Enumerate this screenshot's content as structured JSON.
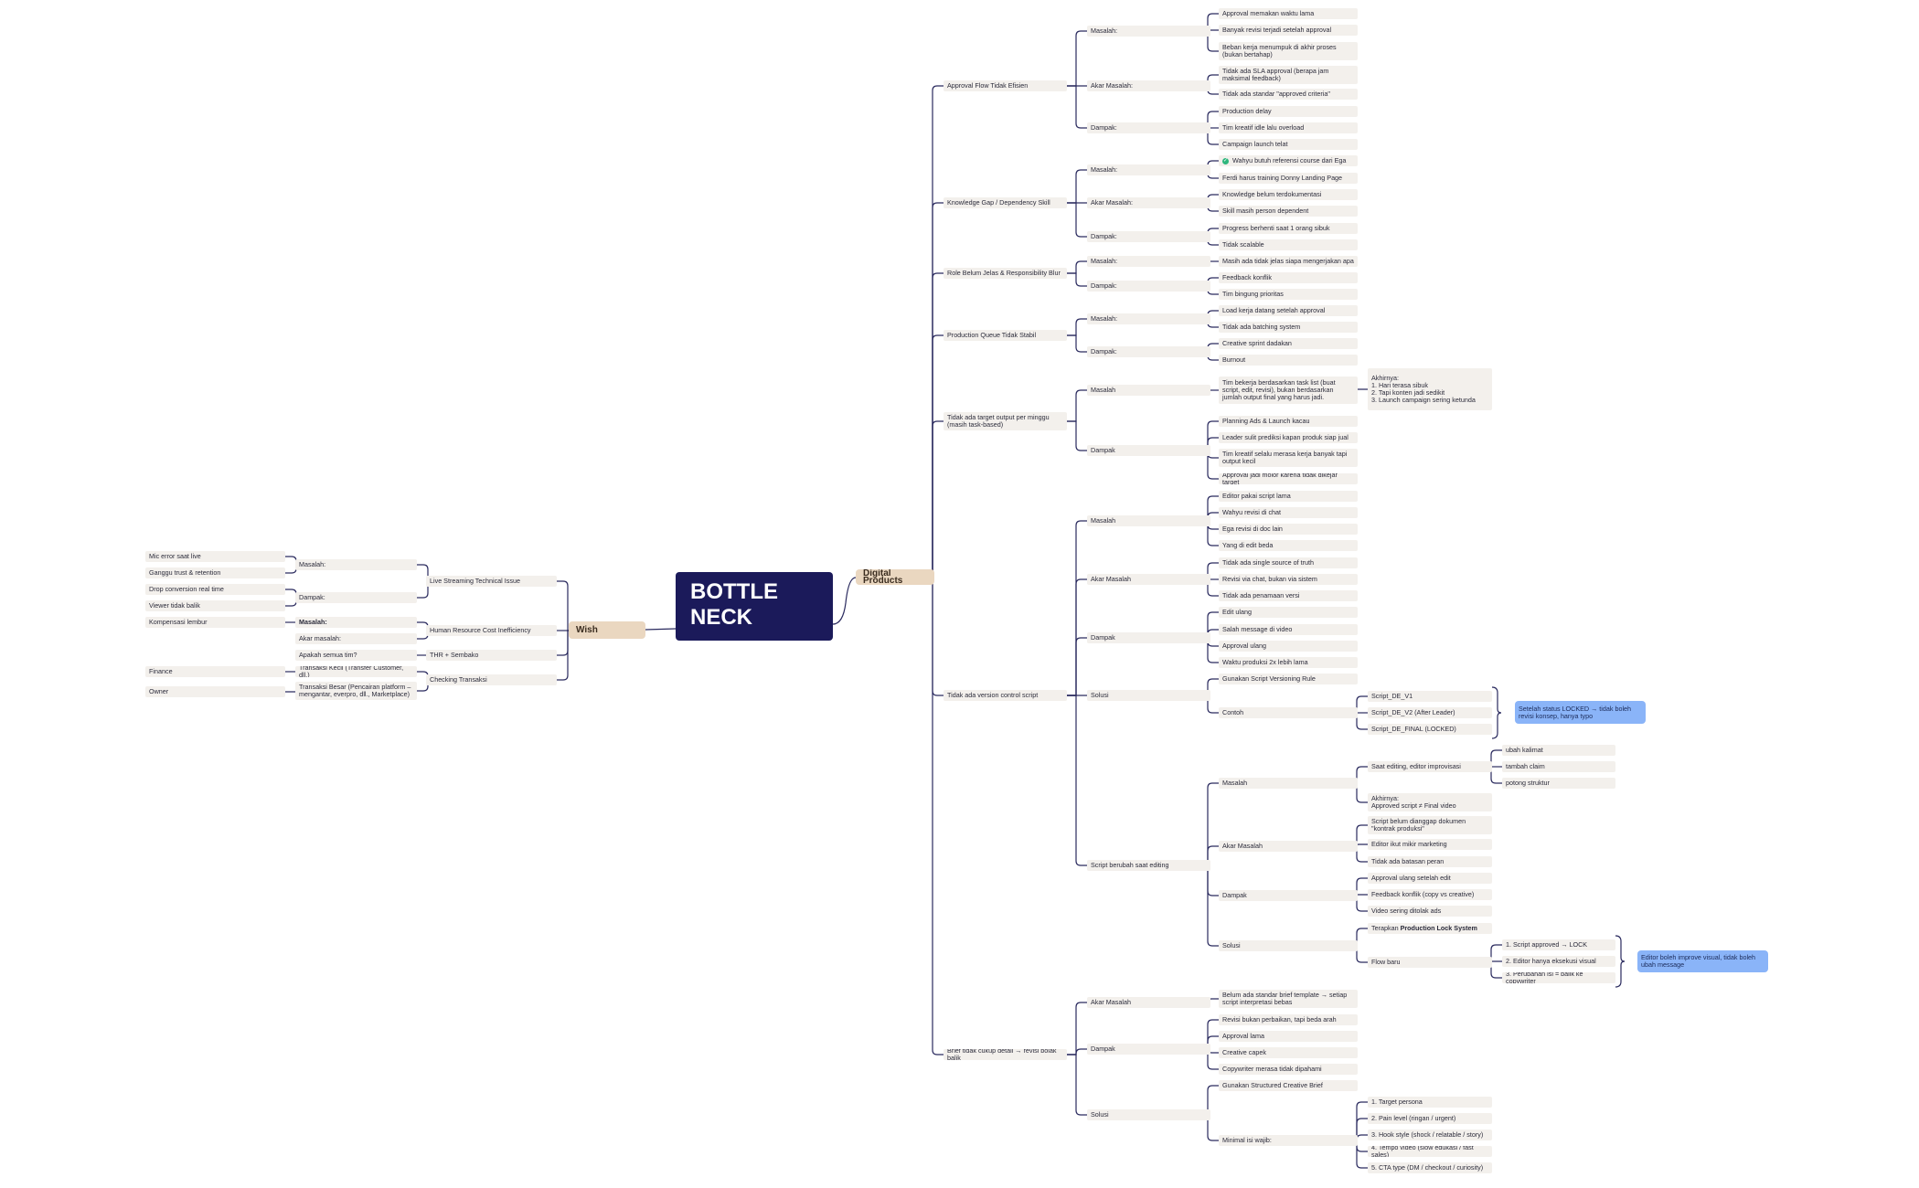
{
  "root": {
    "title": "BOTTLENECK"
  },
  "right": {
    "label": "Digital Products",
    "approval": {
      "label": "Approval Flow Tidak Efisien",
      "masalah": {
        "label": "Masalah:",
        "items": [
          "Approval memakan waktu lama",
          "Banyak revisi terjadi setelah approval",
          "Beban kerja menumpuk di akhir proses (bukan bertahap)"
        ]
      },
      "akar": {
        "label": "Akar Masalah:",
        "items": [
          "Tidak ada SLA approval (berapa jam maksimal feedback)",
          "Tidak ada standar \"approved criteria\""
        ]
      },
      "dampak": {
        "label": "Dampak:",
        "items": [
          "Production delay",
          "Tim kreatif idle lalu overload",
          "Campaign launch telat"
        ]
      }
    },
    "knowledge": {
      "label": "Knowledge Gap / Dependency Skill",
      "masalah": {
        "label": "Masalah:",
        "items": [
          "Wahyu butuh referensi course dari Ega",
          "Ferdi harus training Donny Landing Page"
        ]
      },
      "akar": {
        "label": "Akar Masalah:",
        "items": [
          "Knowledge belum terdokumentasi",
          "Skill masih person dependent"
        ]
      },
      "dampak": {
        "label": "Dampak:",
        "items": [
          "Progress berhenti saat 1 orang sibuk",
          "Tidak scalable"
        ]
      }
    },
    "role": {
      "label": "Role Belum Jelas & Responsibility Blur",
      "masalah": {
        "label": "Masalah:",
        "items": [
          "Masih ada tidak jelas siapa mengerjakan apa"
        ]
      },
      "dampak": {
        "label": "Dampak:",
        "items": [
          "Feedback konflik",
          "Tim bingung prioritas"
        ]
      }
    },
    "queue": {
      "label": "Production Queue Tidak Stabil",
      "masalah": {
        "label": "Masalah:",
        "items": [
          "Load kerja datang setelah approval",
          "Tidak ada batching system"
        ]
      },
      "dampak": {
        "label": "Dampak:",
        "items": [
          "Creative sprint dadakan",
          "Burnout"
        ]
      }
    },
    "target": {
      "label": "Tidak ada target output per minggu (masih task-based)",
      "masalah": {
        "label": "Masalah",
        "items": [
          "Tim bekerja berdasarkan task list (buat script, edit, revisi), bukan berdasarkan jumlah output final yang harus jadi."
        ],
        "akhirnya": "Akhirnya:\n1. Hari terasa sibuk\n2. Tapi konten jadi sedikit\n3. Launch campaign sering ketunda"
      },
      "dampak": {
        "label": "Dampak",
        "items": [
          "Planning Ads & Launch kacau",
          "Leader sulit prediksi kapan produk siap jual",
          "Tim kreatif selalu merasa kerja banyak tapi output kecil",
          "Approval jadi molor karena tidak dikejar target"
        ]
      }
    },
    "version": {
      "label": "Tidak ada version control script",
      "masalah": {
        "label": "Masalah",
        "items": [
          "Editor pakai script lama",
          "Wahyu revisi di chat",
          "Ega revisi di doc lain",
          "Yang di edit beda"
        ]
      },
      "akar": {
        "label": "Akar Masalah",
        "items": [
          "Tidak ada single source of truth",
          "Revisi via chat, bukan via sistem",
          "Tidak ada penamaan versi"
        ]
      },
      "dampak": {
        "label": "Dampak",
        "items": [
          "Edit ulang",
          "Salah message di video",
          "Approval ulang",
          "Waktu produksi 2x lebih lama"
        ]
      },
      "solusi": {
        "label": "Solusi",
        "rule": "Gunakan Script Versioning Rule",
        "contoh": "Contoh",
        "versions": [
          "Script_DE_V1",
          "Script_DE_V2 (After Leader)",
          "Script_DE_FINAL (LOCKED)"
        ],
        "note": "Setelah status LOCKED → tidak boleh revisi konsep, hanya typo"
      }
    },
    "scriptEdit": {
      "label": "Script berubah saat editing",
      "masalah": {
        "label": "Masalah",
        "saat": "Saat editing, editor improvisasi",
        "improv": [
          "ubah kalimat",
          "tambah claim",
          "potong struktur"
        ],
        "akhirnya": "Akhirnya:\nApproved script ≠ Final video"
      },
      "akar": {
        "label": "Akar Masalah",
        "items": [
          "Script belum dianggap dokumen \"kontrak produksi\"",
          "Editor ikut mikir marketing",
          "Tidak ada batasan peran"
        ]
      },
      "dampak": {
        "label": "Dampak",
        "items": [
          "Approval ulang setelah edit",
          "Feedback konflik (copy vs creative)",
          "Video sering ditolak ads"
        ]
      },
      "solusi": {
        "label": "Solusi",
        "terapkan_prefix": "Terapkan ",
        "terapkan_bold": "Production Lock System",
        "flow": "Flow baru",
        "steps": [
          "1.  Script approved → LOCK",
          "2.  Editor hanya eksekusi visual",
          "3.  Perubahan isi = balik ke copywriter"
        ],
        "note": "Editor boleh improve visual, tidak boleh ubah message"
      }
    },
    "brief": {
      "label": "Brief tidak cukup detail → revisi bolak balik",
      "akar": {
        "label": "Akar Masalah",
        "items": [
          "Belum ada standar brief template → setiap script interpretasi bebas"
        ]
      },
      "dampak": {
        "label": "Dampak",
        "items": [
          "Revisi bukan perbaikan, tapi beda arah",
          "Approval lama",
          "Creative capek",
          "Copywriter merasa tidak dipahami"
        ]
      },
      "solusi": {
        "label": "Solusi",
        "rule": "Gunakan Structured Creative Brief",
        "minimal": "Minimal isi wajib:",
        "items": [
          "1.  Target persona",
          "2.  Pain level (ringan / urgent)",
          "3.  Hook style (shock / relatable / story)",
          "4.  Tempo video (slow edukasi / fast sales)",
          "5.  CTA type (DM / checkout / curiosity)"
        ]
      }
    }
  },
  "left": {
    "label": "Wish",
    "live": {
      "label": "Live Streaming Technical Issue",
      "masalah": {
        "label": "Masalah:",
        "items": [
          "Mic error saat live",
          "Ganggu trust & retention"
        ]
      },
      "dampak": {
        "label": "Dampak:",
        "items": [
          "Drop conversion real time",
          "Viewer tidak balik"
        ]
      }
    },
    "hr": {
      "label": "Human Resource Cost Inefficiency",
      "masalah": {
        "label": "Masalah:",
        "items": [
          "Kompensasi lembur"
        ]
      },
      "akar": {
        "label": "Akar masalah:"
      }
    },
    "thr": {
      "label": "THR + Sembako",
      "q": "Apakah semua tim?"
    },
    "checking": {
      "label": "Checking Transaksi",
      "kecil": {
        "label": "Transaksi Kecil (Transfer Customer, dll.)",
        "who": "Finance"
      },
      "besar": {
        "label": "Transaksi Besar (Pencairan platform – mengantar, everpro, dll., Marketplace)",
        "who": "Owner"
      }
    }
  }
}
